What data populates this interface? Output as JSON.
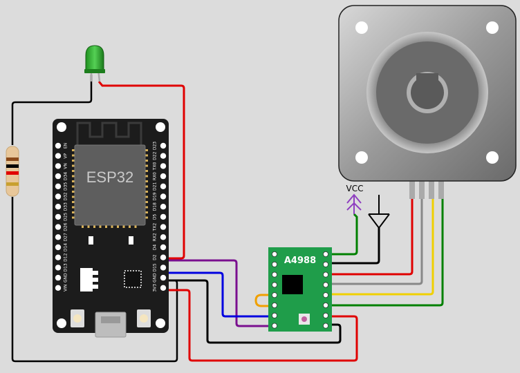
{
  "esp32": {
    "title": "ESP32",
    "left_pins": [
      "EN",
      "VP",
      "VN",
      "D34",
      "D35",
      "D32",
      "D33",
      "D25",
      "D26",
      "D27",
      "D14",
      "D12",
      "D13",
      "GND",
      "VIN"
    ],
    "right_pins": [
      "D23",
      "D22",
      "TX0",
      "RX0",
      "D21",
      "D19",
      "D18",
      "D5",
      "TX2",
      "RX2",
      "D4",
      "D2",
      "D15",
      "GND",
      "3V3"
    ]
  },
  "driver": {
    "title": "A4988"
  },
  "power": {
    "vcc_label": "VCC"
  },
  "colors": {
    "red": "#e00000",
    "black": "#000000",
    "purple": "#7a0f8f",
    "blue": "#0000e0",
    "green": "#008000",
    "yellow": "#f0d000",
    "gray": "#888888",
    "orange": "#f0a000",
    "board_pcb": "#1c1c1c",
    "driver_pcb": "#1f9d4a"
  }
}
